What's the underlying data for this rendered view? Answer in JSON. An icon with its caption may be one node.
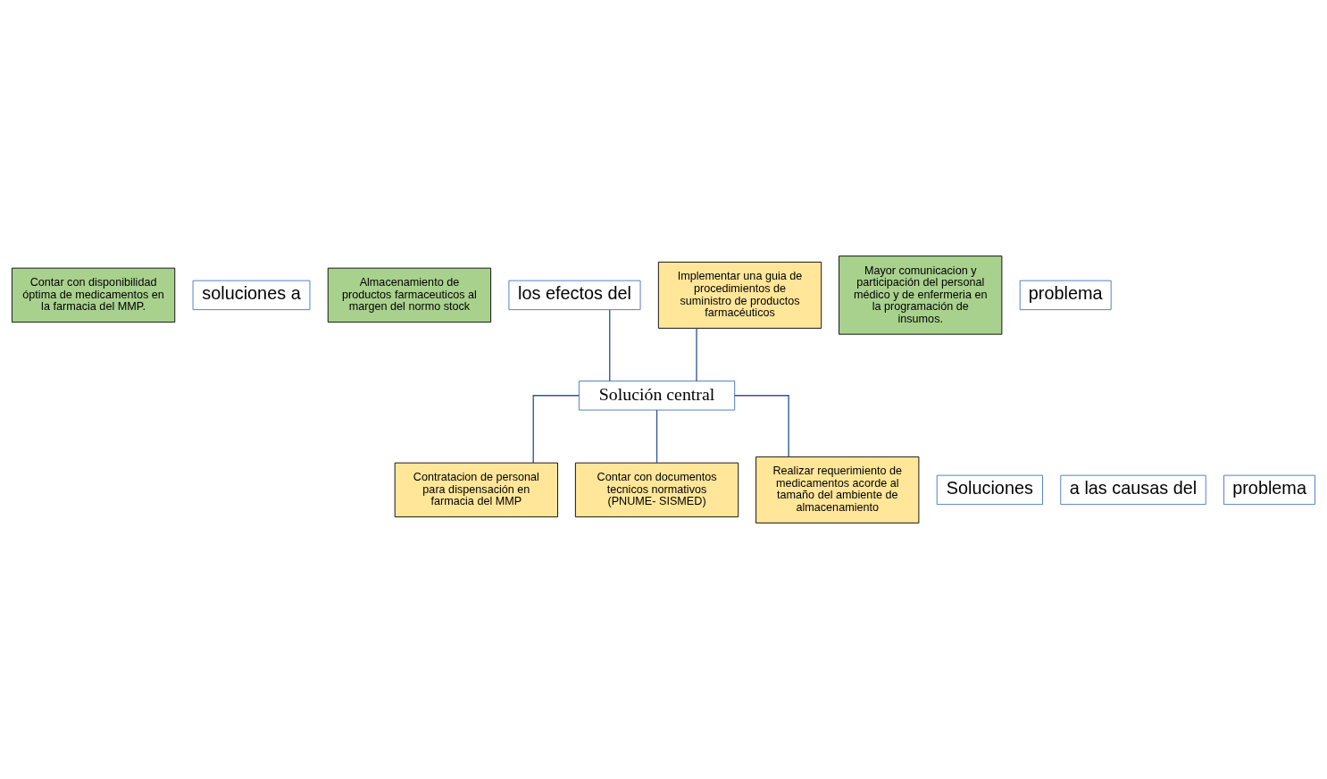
{
  "diagram": {
    "nodes": [
      {
        "text": [
          "Contar con disponibilidad óptima de medicamentos en la farmacia del MMP."
        ]
      },
      {
        "text": [
          "soluciones a"
        ]
      },
      {
        "text": [
          "Almacenamiento de productos farmaceuticos al margen del normo stock"
        ]
      },
      {
        "text": [
          "los efectos del"
        ]
      },
      {
        "text": [
          "Mayor comunicacion y participación del personal médico y de enfermeria en la programación de insumos."
        ]
      },
      {
        "text": [
          "problema"
        ]
      },
      {
        "text": [
          "Implementar una guia de procedimientos de suministro de productos farmacéuticos"
        ]
      },
      {
        "text": [
          "Solución central"
        ]
      },
      {
        "text": [
          "Contratacion de personal para dispensación en farmacia del MMP"
        ]
      },
      {
        "text": [
          "Soluciones"
        ]
      },
      {
        "text": [
          "Contar con documentos tecnicos normativos (PNUME- SISMED)"
        ]
      },
      {
        "text": [
          "a las causas del"
        ]
      },
      {
        "text": [
          "Realizar requerimiento de medicamentos acorde al tamaño del ambiente de almacenamiento"
        ]
      },
      {
        "text": [
          "problema"
        ]
      }
    ],
    "edges": [
      {
        "from": 3,
        "to": 7,
        "arrow": "none"
      },
      {
        "from": 6,
        "to": 7,
        "arrow": "none"
      },
      {
        "from": 7,
        "to": 8,
        "arrow": "none"
      },
      {
        "from": 7,
        "to": 10,
        "arrow": "none"
      },
      {
        "from": 7,
        "to": 12,
        "arrow": "none"
      }
    ]
  }
}
